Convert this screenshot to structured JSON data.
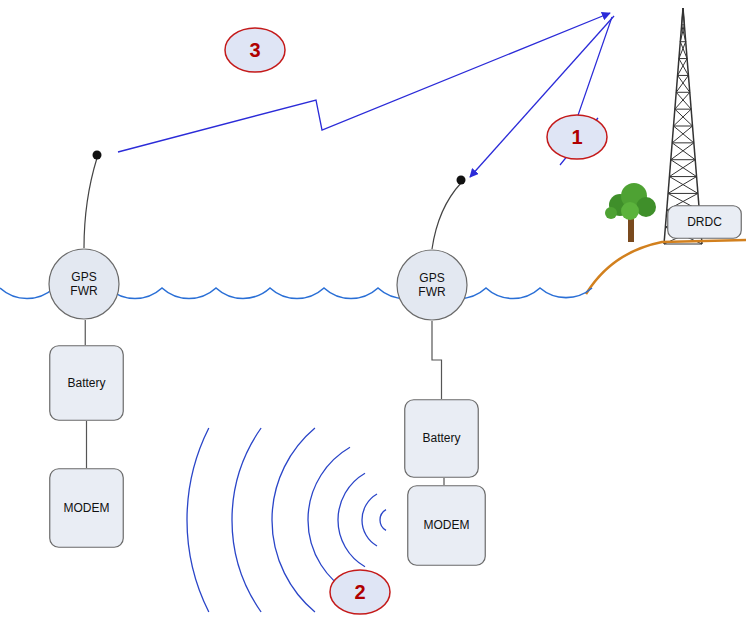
{
  "diagram": {
    "nodes": [
      {
        "text": [
          "GPS FWR"
        ]
      },
      {
        "text": [
          "Battery"
        ]
      },
      {
        "text": [
          "MODEM"
        ]
      },
      {
        "text": [
          "GPS FWR"
        ]
      },
      {
        "text": [
          "Battery"
        ]
      },
      {
        "text": [
          "MODEM"
        ]
      },
      {
        "text": [
          "DRDC"
        ]
      }
    ],
    "edges": [
      {
        "from": 0,
        "to": 1,
        "arrow": "none"
      },
      {
        "from": 1,
        "to": 2,
        "arrow": "none"
      },
      {
        "from": 3,
        "to": 4,
        "arrow": "none"
      },
      {
        "from": 4,
        "to": 5,
        "arrow": "none"
      }
    ],
    "labels": [
      "3",
      "1",
      "2"
    ]
  }
}
